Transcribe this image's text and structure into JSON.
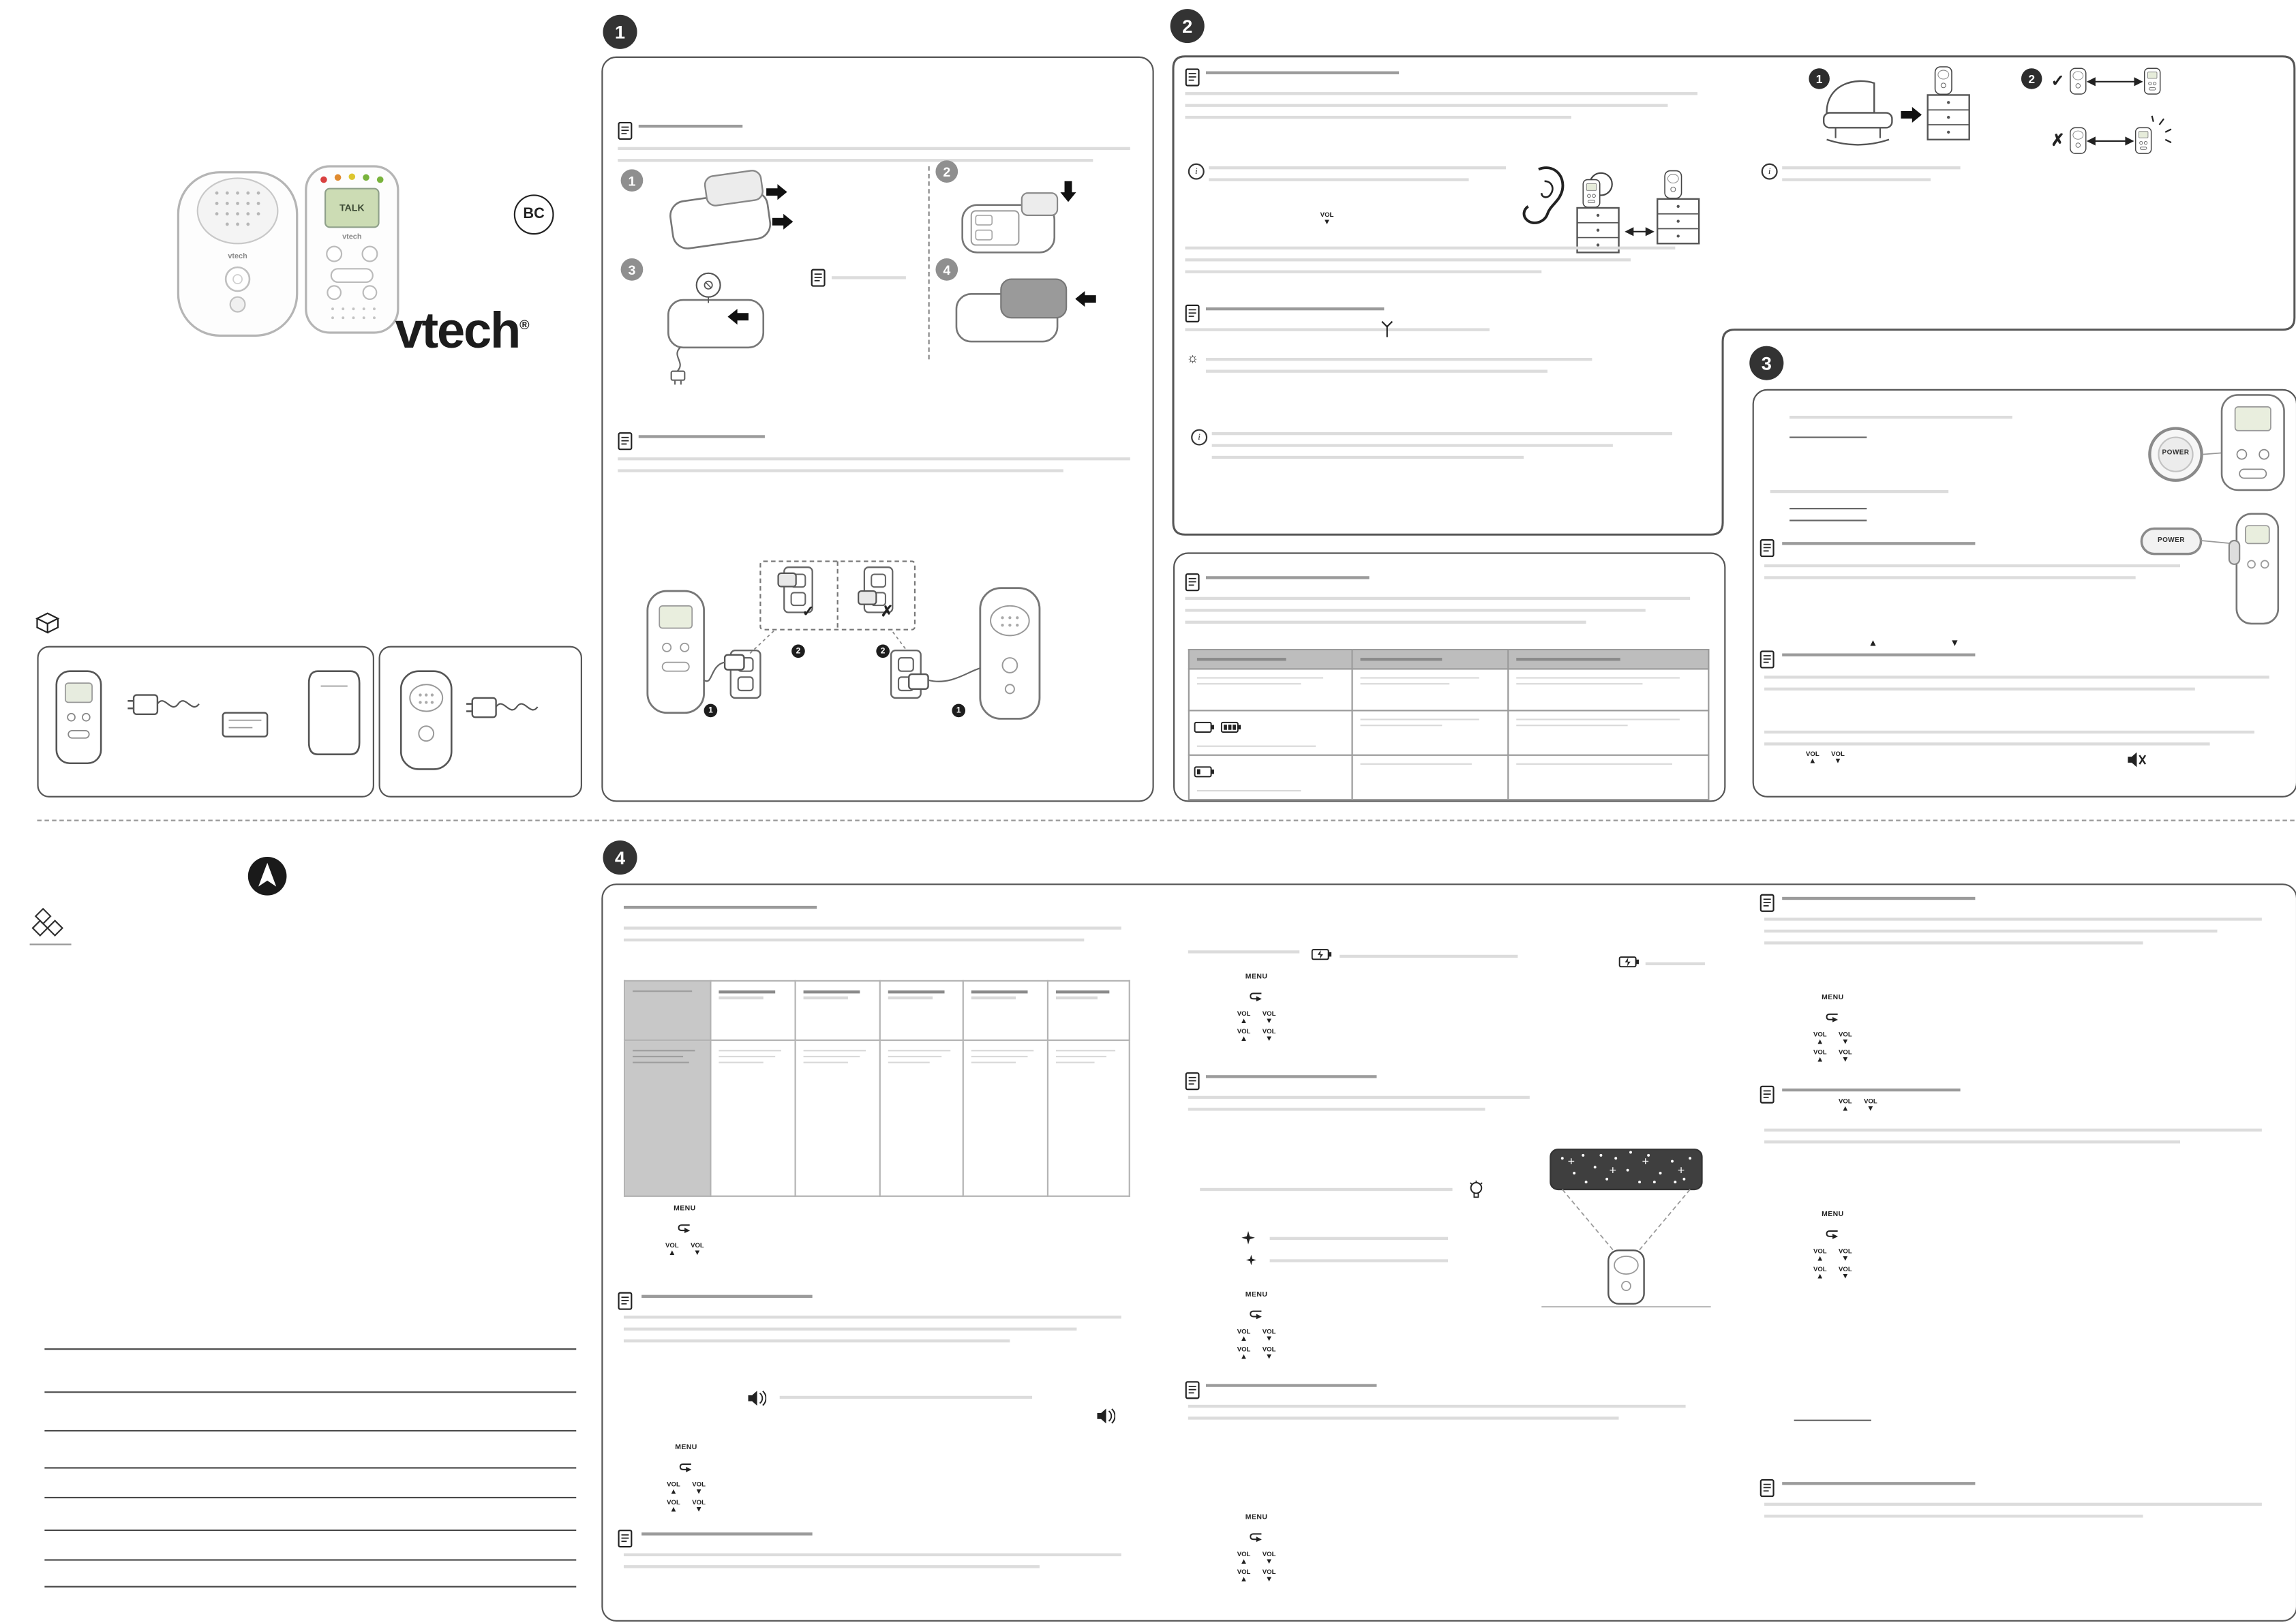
{
  "brand": {
    "logo_text": "vtech",
    "registered_mark": "®",
    "bc_badge": "BC"
  },
  "product": {
    "parent_screen_text": "TALK"
  },
  "sections": {
    "s1": {
      "number": "1"
    },
    "s2": {
      "number": "2"
    },
    "s3": {
      "number": "3"
    },
    "s4": {
      "number": "4"
    }
  },
  "step_circles": {
    "one": "1",
    "two": "2",
    "three": "3",
    "four": "4"
  },
  "plug_steps": {
    "one": "1",
    "two": "2"
  },
  "controls": {
    "menu_label": "MENU",
    "vol_label": "VOL",
    "up_arrow": "▲",
    "down_arrow": "▼"
  },
  "marks": {
    "check": "✓",
    "cross": "✗"
  },
  "buttons": {
    "power_label": "POWER"
  }
}
